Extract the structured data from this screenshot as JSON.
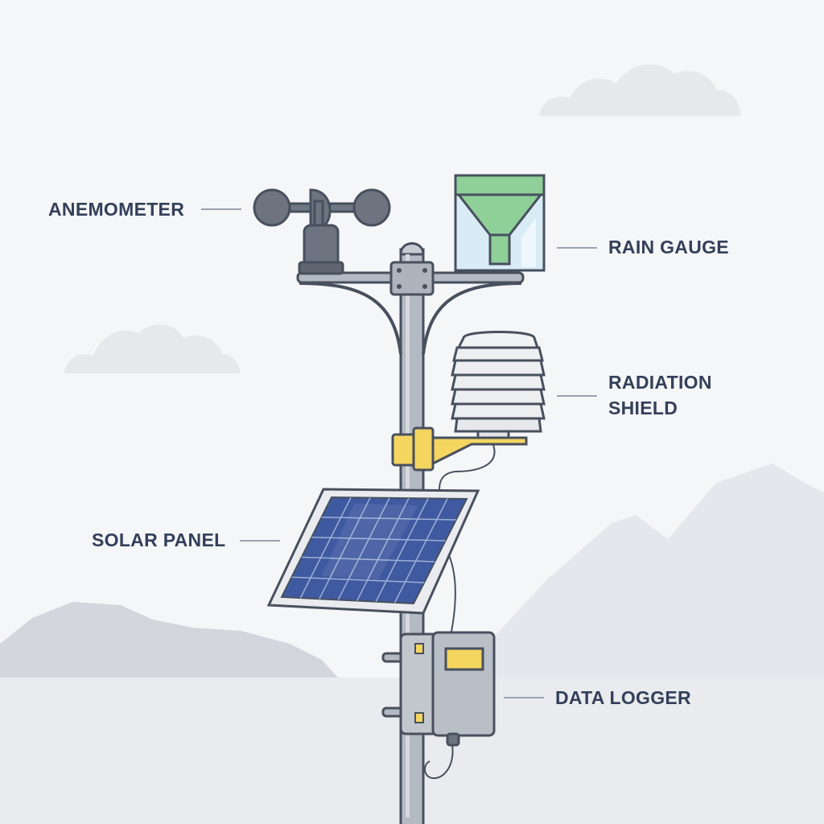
{
  "diagram": {
    "labels": {
      "anemometer": "ANEMOMETER",
      "rain_gauge": "RAIN GAUGE",
      "radiation_shield_line1": "RADIATION",
      "radiation_shield_line2": "SHIELD",
      "solar_panel": "SOLAR PANEL",
      "data_logger": "DATA LOGGER"
    }
  },
  "colors": {
    "sky": "#f5f6f8",
    "cloud": "#e6e8ec",
    "mountain_far": "#e4e7eb",
    "mountain_near": "#d3d7dd",
    "ground": "#e9ebee",
    "outline": "#48505e",
    "pole": "#b4bac3",
    "rain_gauge_green": "#8fcf98",
    "rain_gauge_glass": "#d9ecf6",
    "bracket_yellow": "#f3d560",
    "panel_blue": "#3f5aa0",
    "logger_yellow": "#f4d55f",
    "label_text": "#34405a",
    "leader_line": "#9aa3af"
  }
}
